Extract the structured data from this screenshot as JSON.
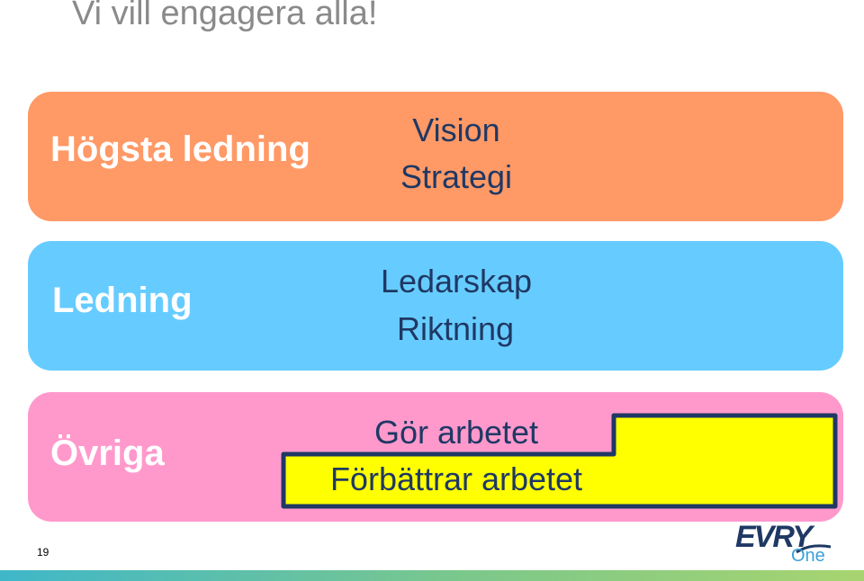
{
  "slide": {
    "title": "Vi vill engagera alla!",
    "page_number": "19"
  },
  "bands": [
    {
      "label": "Högsta ledning",
      "lines": [
        "Vision",
        "Strategi"
      ],
      "color": "#ff9966"
    },
    {
      "label": "Ledning",
      "lines": [
        "Ledarskap",
        "Riktning"
      ],
      "color": "#66ccff"
    },
    {
      "label": "Övriga",
      "lines": [
        "Gör arbetet",
        "Förbättrar arbetet"
      ],
      "color": "#ff99cc"
    }
  ],
  "highlight": {
    "fill": "#ffff00",
    "outline": "#1f3864"
  },
  "logo": {
    "brand": "EVRY",
    "suffix": "One",
    "color": "#1f3864",
    "accent": "#3aa0d8"
  },
  "footer": {
    "colors": [
      "#3fb7c9",
      "#a8d46f"
    ]
  }
}
